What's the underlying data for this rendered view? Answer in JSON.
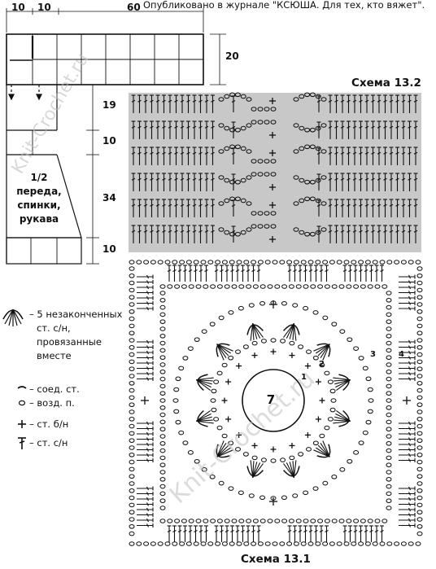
{
  "publication": "Опубликовано в журнале \"КСЮША. Для тех, кто вяжет\".",
  "watermark": "Knit-Crochet.ru",
  "pattern": {
    "width_left": "10",
    "width_mid": "10",
    "width_total": "60",
    "height_top": "20",
    "height_a": "19",
    "height_b": "10",
    "height_c": "34",
    "height_d": "10",
    "piece_label": [
      "1/2",
      "переда,",
      "спинки,",
      "рукава"
    ]
  },
  "schema_13_2": {
    "title": "Схема 13.2"
  },
  "schema_13_1": {
    "title": "Схема 13.1",
    "center_label": "7",
    "round_labels": [
      "1",
      "2",
      "3",
      "4"
    ]
  },
  "legend": {
    "cluster": [
      "– 5 незаконченных",
      "ст. с/н,",
      "провязанные",
      "вместе"
    ],
    "slip": "– соед. ст.",
    "chain": "– возд. п.",
    "sc": "– ст. б/н",
    "dc": "– ст. с/н"
  },
  "colors": {
    "shade": "#c8c8c8",
    "ink": "#111111"
  }
}
